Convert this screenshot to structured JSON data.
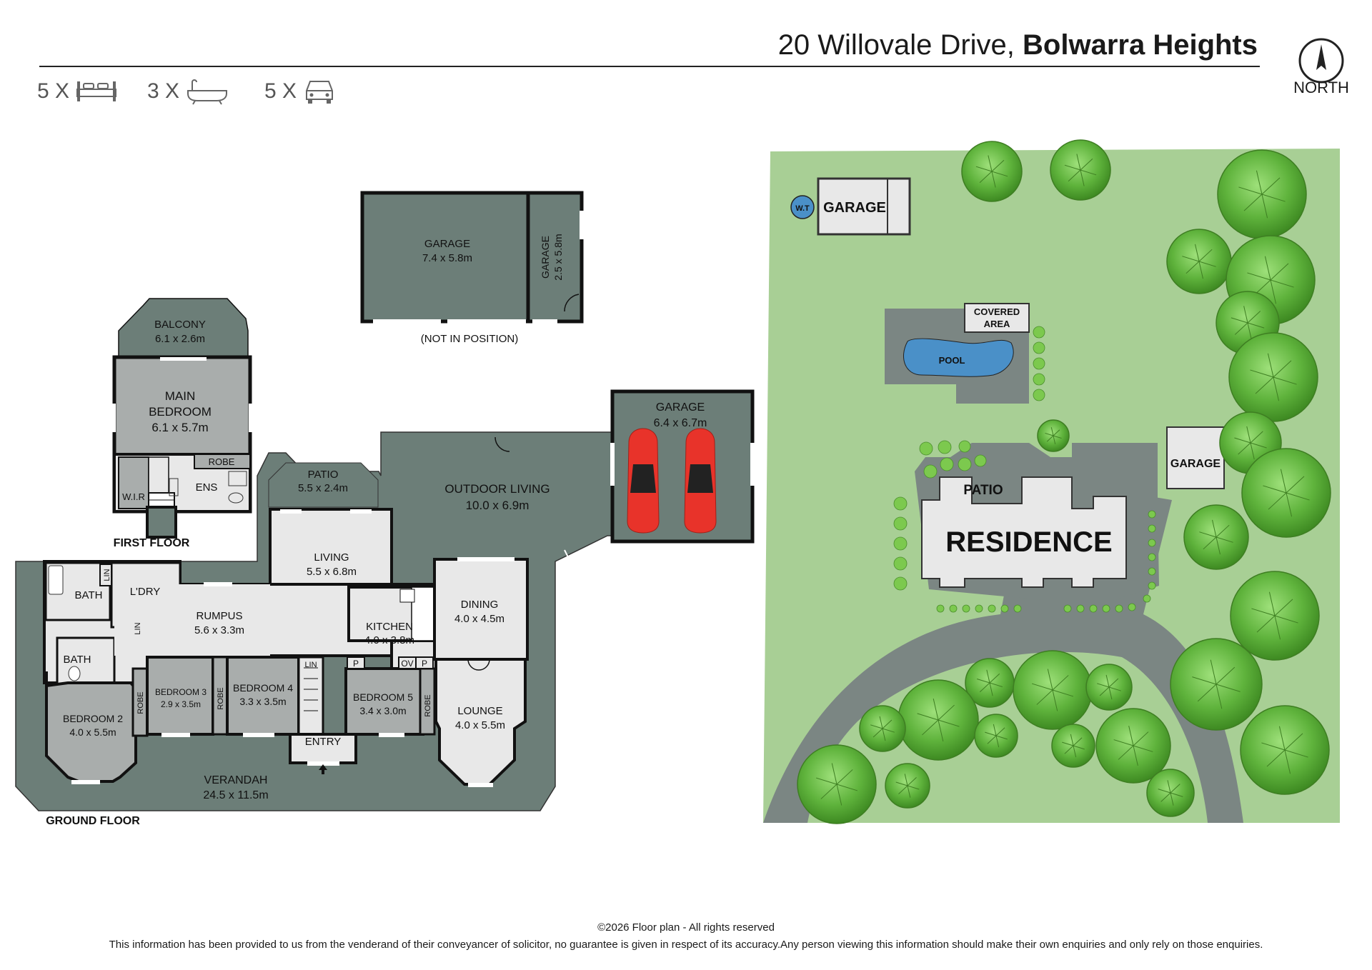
{
  "header": {
    "street": "20 Willovale Drive,",
    "suburb": "Bolwarra Heights"
  },
  "features": [
    {
      "count": "5 X",
      "icon": "bed-icon"
    },
    {
      "count": "3 X",
      "icon": "bath-icon"
    },
    {
      "count": "5 X",
      "icon": "car-icon"
    }
  ],
  "compass": {
    "label": "NORTH"
  },
  "floor_labels": {
    "first": "FIRST FLOOR",
    "ground": "GROUND FLOOR",
    "not_in_position": "(NOT IN POSITION)"
  },
  "rooms": {
    "balcony": {
      "name": "BALCONY",
      "size": "6.1 x 2.6m"
    },
    "main_bedroom": {
      "name1": "MAIN",
      "name2": "BEDROOM",
      "size": "6.1 x 5.7m"
    },
    "robe": "ROBE",
    "wir": "W.I.R",
    "ens": "ENS",
    "garage_detached": {
      "name": "GARAGE",
      "size": "7.4 x 5.8m"
    },
    "garage_small": {
      "name": "GARAGE",
      "size": "2.5 x 5.8m"
    },
    "patio": {
      "name": "PATIO",
      "size": "5.5 x 2.4m"
    },
    "outdoor_living": {
      "name": "OUTDOOR LIVING",
      "size": "10.0 x 6.9m"
    },
    "garage_attached": {
      "name": "GARAGE",
      "size": "6.4 x 6.7m"
    },
    "living": {
      "name": "LIVING",
      "size": "5.5 x 6.8m"
    },
    "bath": "BATH",
    "ldry": "L'DRY",
    "lin": "LIN",
    "rumpus": {
      "name": "RUMPUS",
      "size": "5.6 x 3.3m"
    },
    "kitchen": {
      "name": "KITCHEN",
      "size": "4.0 x 3.8m"
    },
    "dining": {
      "name": "DINING",
      "size": "4.0 x 4.5m"
    },
    "bedroom2": {
      "name": "BEDROOM 2",
      "size": "4.0 x 5.5m"
    },
    "bedroom3": {
      "name": "BEDROOM 3",
      "size": "2.9 x 3.5m"
    },
    "bedroom4": {
      "name": "BEDROOM 4",
      "size": "3.3 x 3.5m"
    },
    "bedroom5": {
      "name": "BEDROOM 5",
      "size": "3.4 x 3.0m"
    },
    "lounge": {
      "name": "LOUNGE",
      "size": "4.0 x 5.5m"
    },
    "entry": "ENTRY",
    "p": "P",
    "ov": "OV",
    "verandah": {
      "name": "VERANDAH",
      "size": "24.5 x 11.5m"
    }
  },
  "site": {
    "wt": "W.T",
    "garage_top": "GARAGE",
    "covered_area1": "COVERED",
    "covered_area2": "AREA",
    "pool": "POOL",
    "patio": "PATIO",
    "residence": "RESIDENCE",
    "garage_right": "GARAGE"
  },
  "footer": {
    "copyright": "©2026 Floor plan  - All rights reserved",
    "disclaimer": "This information has been provided to us from the venderand of their conveyancer of solicitor, no guarantee is given in respect of its accuracy.Any person viewing this information should make their own enquiries and only rely on those enquiries."
  },
  "colors": {
    "dark_room": "#6c7e78",
    "light_room": "#a9adac",
    "interior": "#e8e8e8",
    "lawn": "#a8cf95",
    "driveway": "#7b8683",
    "pool": "#4a90c8",
    "car": "#e8332a"
  }
}
